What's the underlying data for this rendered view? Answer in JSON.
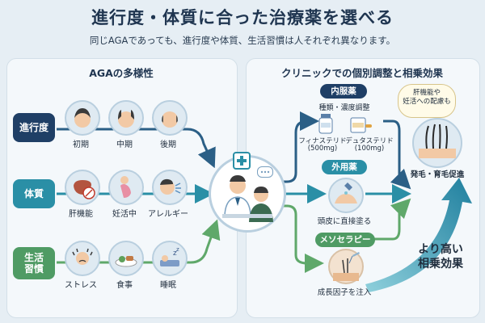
{
  "header": {
    "title": "進行度・体質に合った治療薬を選べる",
    "subtitle": "同じAGAであっても、進行度や体質、生活習慣は人それぞれ異なります。"
  },
  "left_panel": {
    "title": "AGAの多様性",
    "rows": [
      {
        "label": "進行度",
        "items": [
          "初期",
          "中期",
          "後期"
        ]
      },
      {
        "label": "体質",
        "items": [
          "肝機能",
          "妊活中",
          "アレルギー"
        ]
      },
      {
        "label": "生活\n習慣",
        "items": [
          "ストレス",
          "食事",
          "睡眠"
        ]
      }
    ]
  },
  "right_panel": {
    "title": "クリニックでの個別調整と相乗効果",
    "oral": {
      "label": "内服薬",
      "subtitle": "種類・濃度調整",
      "drug1_name": "フィナステリド",
      "drug1_dose": "(500mg)",
      "drug2_name": "デュタステリド",
      "drug2_dose": "(100mg)",
      "bubble": "肝機能や\n妊活への配慮も"
    },
    "topical": {
      "label": "外用薬",
      "caption": "頭皮に直接塗る"
    },
    "meso": {
      "label": "メソセラピー",
      "caption": "成長因子を注入"
    },
    "result_caption": "発毛・育毛促進",
    "synergy": "より高い\n相乗効果"
  },
  "colors": {
    "navy": "#1f3f66",
    "teal": "#2a8fa6",
    "green": "#4f9b64",
    "arrow_navy": "#2b5f86",
    "arrow_teal": "#2a8fa6",
    "arrow_green": "#5fa86a"
  }
}
